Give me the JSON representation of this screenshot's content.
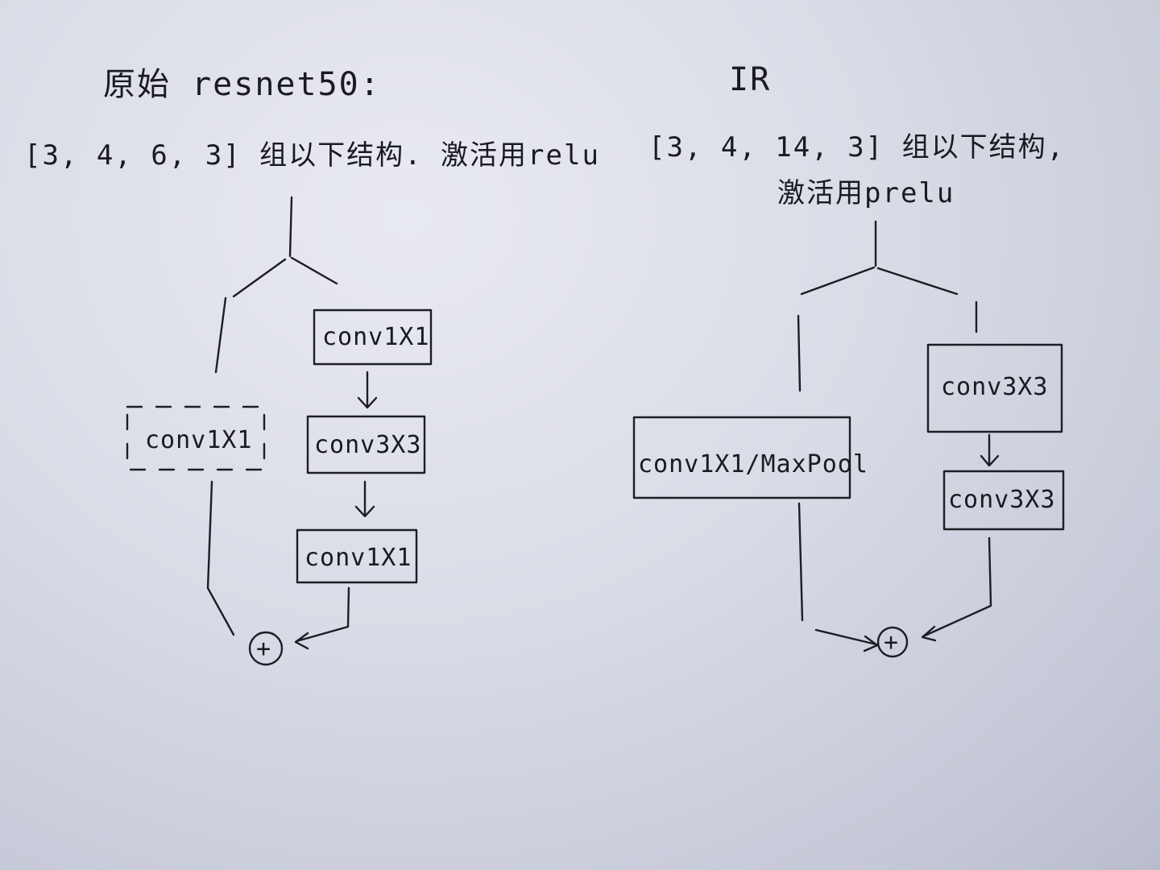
{
  "left": {
    "title": "原始 resnet50:",
    "desc": "[3, 4, 6, 3] 组以下结构. 激活用relu",
    "shortcut_box": "conv1X1",
    "boxes": [
      "conv1X1",
      "conv3X3",
      "conv1X1"
    ],
    "add_symbol": "+"
  },
  "right": {
    "title": "IR",
    "desc_line1": "[3, 4, 14, 3] 组以下结构,",
    "desc_line2": "激活用prelu",
    "shortcut_box": "conv1X1/MaxPool",
    "boxes": [
      "conv3X3",
      "conv3X3"
    ],
    "add_symbol": "+"
  }
}
